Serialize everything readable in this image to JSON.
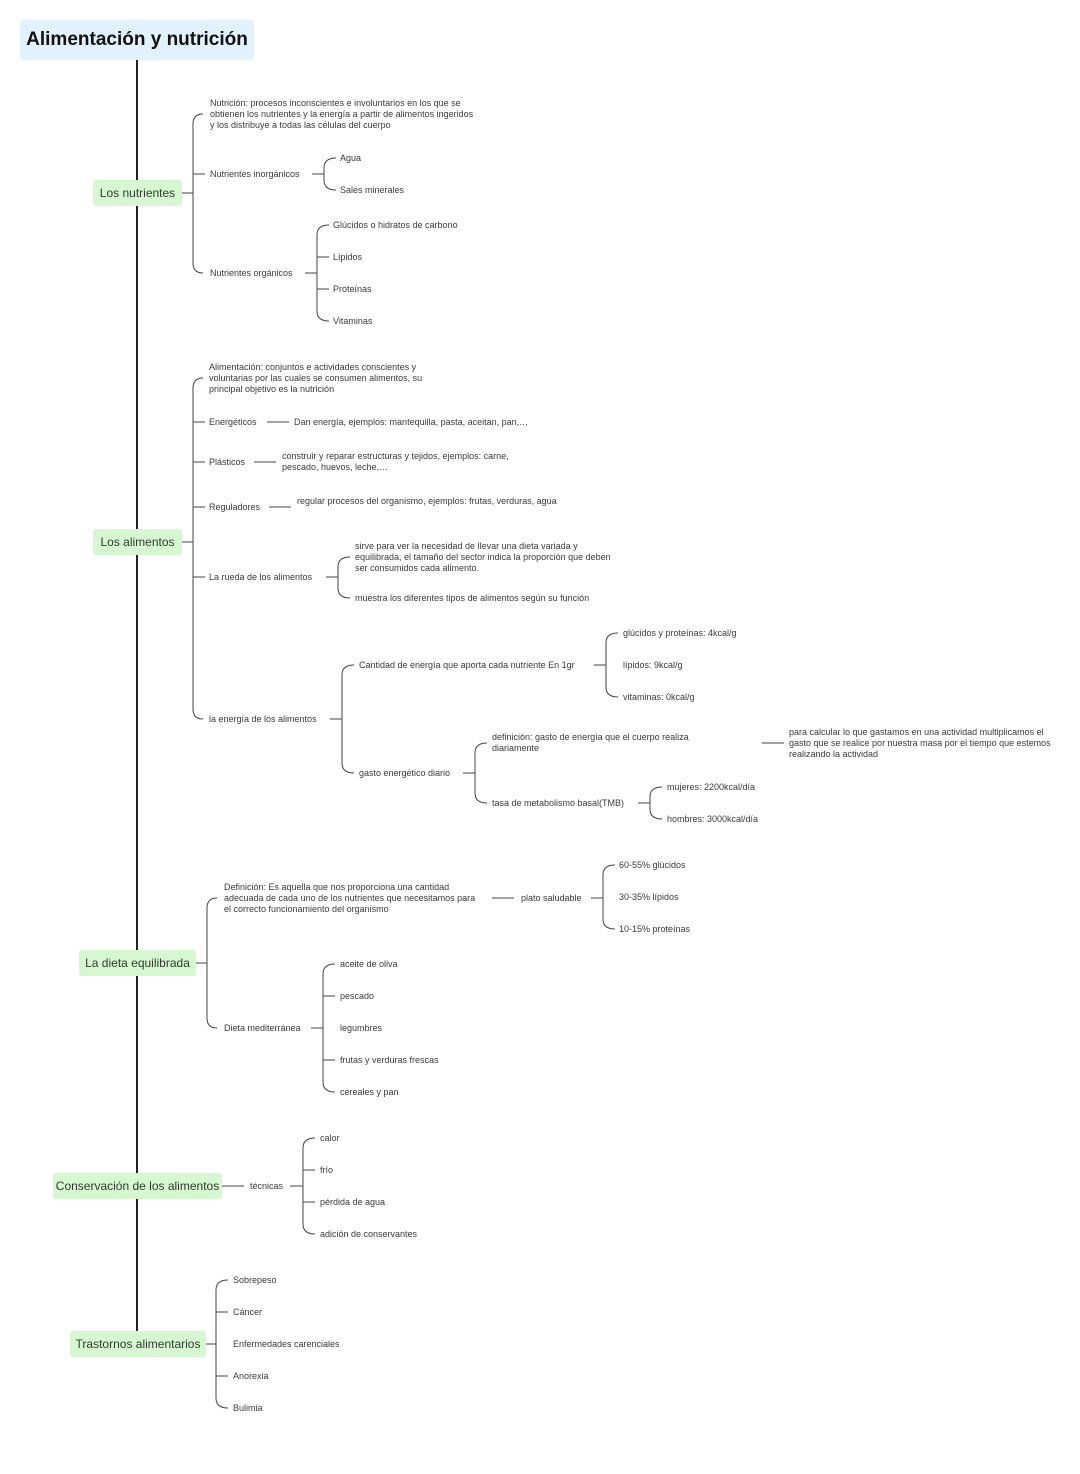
{
  "title": "Alimentación y nutrición",
  "topics": {
    "nutrientes": "Los nutrientes",
    "alimentos": "Los alimentos",
    "dieta": "La dieta equilibrada",
    "conservacion": "Conservación de los alimentos",
    "trastornos": "Trastornos alimentarios"
  },
  "nutrientes": {
    "definicion": "Nutrición: procesos inconscientes e involuntarios en los que se obtienen los nutrientes y la energía a partir de alimentos ingeridos y los distribuye a todas las células del cuerpo",
    "inorganicos": "Nutrientes inorgánicos",
    "inorganicos_items": [
      "Agua",
      "Sales minerales"
    ],
    "organicos": "Nutrientes orgánicos",
    "organicos_items": [
      "Glúcidos o hidratos de carbono",
      "Lípidos",
      "Proteínas",
      "Vitaminas"
    ]
  },
  "alimentos": {
    "definicion": "Alimentación: conjuntos e actividades conscientes y voluntarias por las cuales se consumen alimentos, su principal objetivo es la nutrición",
    "energeticos": "Energéticos",
    "energeticos_desc": "Dan energía, ejemplos: mantequilla, pasta, aceitan, pan,…",
    "plasticos": "Plásticos",
    "plasticos_desc": "construir y reparar estructuras y tejidos, ejemplos: carne, pescado, huevos, leche,…",
    "reguladores": "Reguladores",
    "reguladores_desc": "regular procesos del organismo, ejemplos: frutas, verduras, agua",
    "rueda": "La rueda de los alimentos",
    "rueda_items": [
      "sirve para ver la necesidad de llevar una dieta variada y equilibrada, el tamaño del sector indica la proporción que deben ser consumidos cada alimento.",
      "muestra los diferentes tipos de alimentos según su función"
    ],
    "energia": "la energía de los alimentos",
    "cantidad": "Cantidad de energía que aporta cada nutriente En 1gr",
    "cantidad_items": [
      "glúcidos y proteínas: 4kcal/g",
      "lípidos: 9kcal/g",
      "vitaminas: 0kcal/g"
    ],
    "gasto": "gasto energético diario",
    "gasto_def": "definición: gasto de energía que el cuerpo realiza diariamente",
    "gasto_calc": "para calcular lo que gastamos en una actividad multiplicamos el gasto que se realice por nuestra masa por el tiempo que estemos realizando la actividad",
    "tmb": "tasa de metabolismo basal(TMB)",
    "tmb_items": [
      "mujeres: 2200kcal/día",
      "hombres: 3000kcal/día"
    ]
  },
  "dieta": {
    "definicion": "Definición: Es aquella que nos proporciona una cantidad adecuada de cada uno de los nutrientes que necesitamos para el correcto funcionamiento del organismo",
    "plato": "plato saludable",
    "plato_items": [
      "60-55% glúcidos",
      "30-35% lípidos",
      "10-15% proteínas"
    ],
    "mediterranea": "Dieta mediterránea",
    "mediterranea_items": [
      "aceite de oliva",
      "pescado",
      "legumbres",
      "frutas y verduras frescas",
      "cereales y pan"
    ]
  },
  "conservacion": {
    "tecnicas": "técnicas",
    "tecnicas_items": [
      "calor",
      "frío",
      "pérdida de agua",
      "adición de conservantes"
    ]
  },
  "trastornos": {
    "items": [
      "Sobrepeso",
      "Cáncer",
      "Enfermedades carenciales",
      "Anorexia",
      "Bulimia"
    ]
  }
}
